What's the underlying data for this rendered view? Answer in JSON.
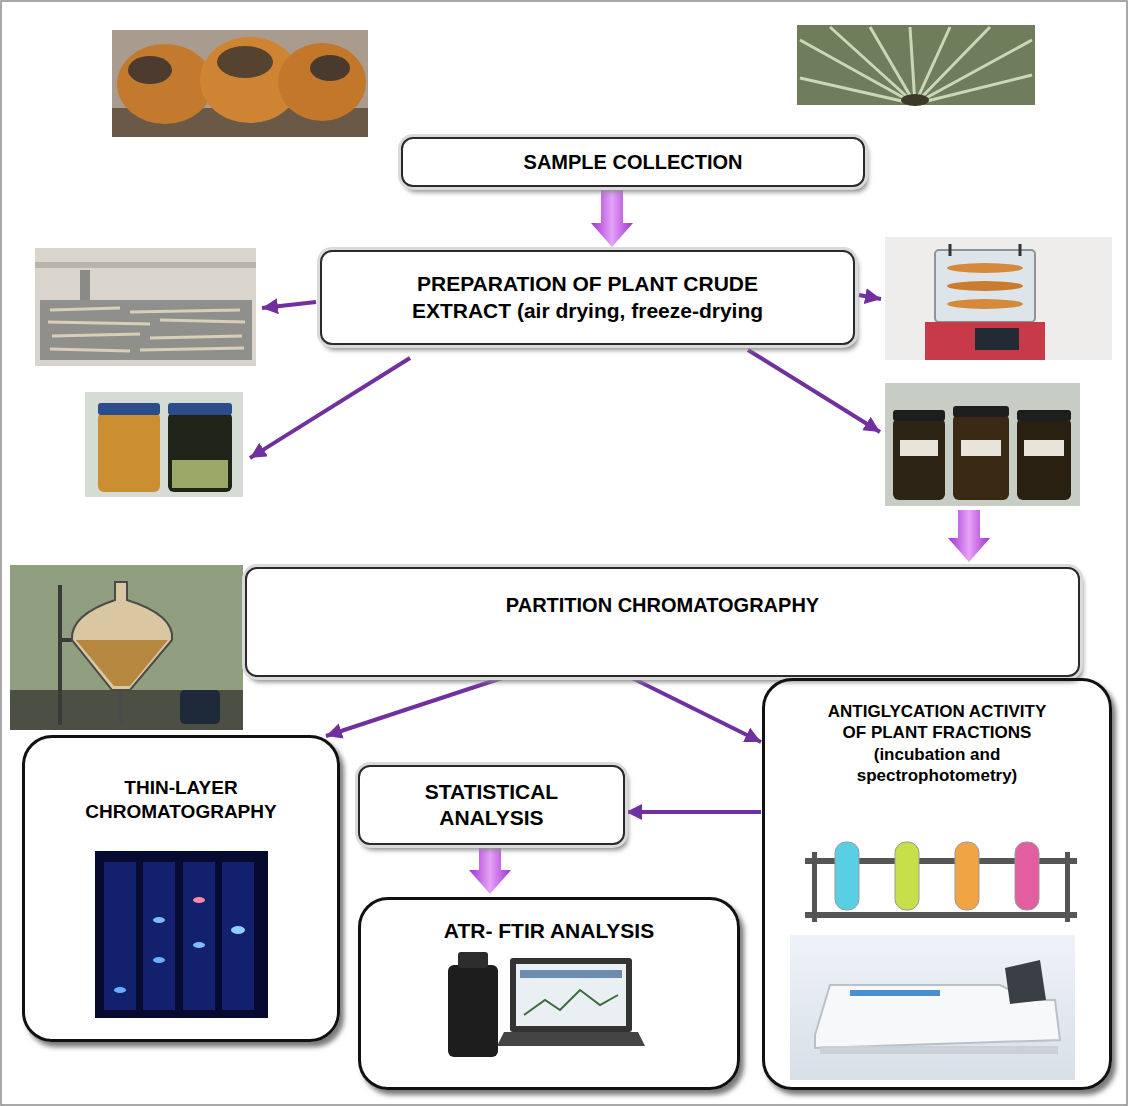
{
  "diagram": {
    "nodes": [
      {
        "text": [
          "SAMPLE COLLECTION"
        ]
      },
      {
        "text": [
          "PREPARATION OF PLANT CRUDE EXTRACT (air drying, freeze-drying"
        ]
      },
      {
        "text": [
          "PARTITION CHROMATOGRAPHY"
        ]
      },
      {
        "text": [
          "THIN-LAYER CHROMATOGRAPHY"
        ]
      },
      {
        "text": [
          "STATISTICAL ANALYSIS"
        ]
      },
      {
        "text": [
          "ANTIGLYCATION ACTIVITY OF PLANT FRACTIONS (incubation and spectrophotometry)"
        ]
      },
      {
        "text": [
          "ATR- FTIR ANALYSIS"
        ]
      }
    ],
    "edges": [
      {
        "from": 0,
        "to": 1,
        "arrow": "to"
      },
      {
        "from": 2,
        "to": 3,
        "arrow": "to"
      },
      {
        "from": 2,
        "to": 5,
        "arrow": "to"
      },
      {
        "from": 5,
        "to": 4,
        "arrow": "to"
      },
      {
        "from": 4,
        "to": 6,
        "arrow": "to"
      }
    ]
  }
}
